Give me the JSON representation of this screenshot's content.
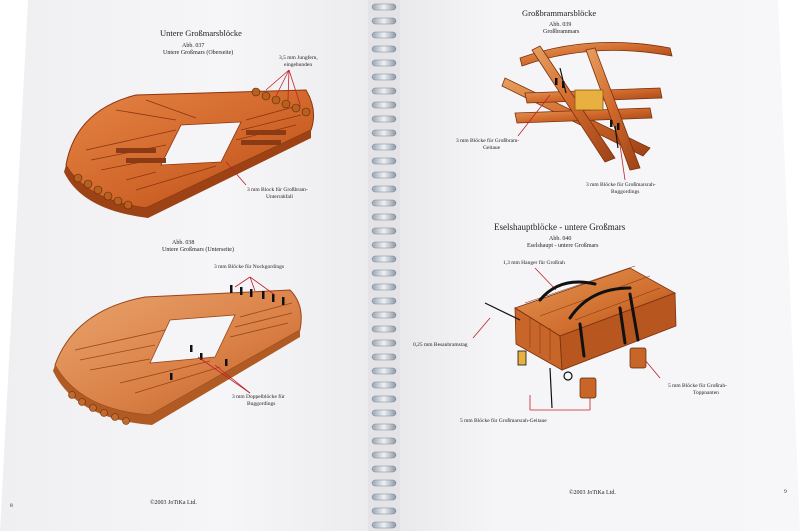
{
  "left_page": {
    "title": "Untere Großmarsblöcke",
    "fig037": {
      "caption": "Abb. 037",
      "subcaption": "Untere Großmars (Oberseite)"
    },
    "fig038": {
      "caption": "Abb. 038",
      "subcaption": "Untere Großmars (Unterseite)"
    },
    "annotations": {
      "jungfern_1": "3,5 mm Jungfern,",
      "jungfern_2": "eingebunden",
      "block_unterrahfall_1": "3 mm Block für Großbram-",
      "block_unterrahfall_2": "Unterrahfall",
      "nockgordings": "3 mm Blöcke für Nockgordings",
      "doppelbloecke_1": "3 mm Doppelblöcke für",
      "doppelbloecke_2": "Buggordings"
    },
    "copyright": "©2003 JoTiKa Ltd.",
    "corner_mark": "8"
  },
  "right_page": {
    "title1": "Großbrammarsblöcke",
    "fig039": {
      "caption": "Abb. 039",
      "subcaption": "Großbrammars"
    },
    "title2": "Eselshauptblöcke - untere Großmars",
    "fig040": {
      "caption": "Abb. 040",
      "subcaption": "Eselshaupt - untere Großmars"
    },
    "annotations": {
      "geitaue_1": "3 mm Blöcke für Großbram-",
      "geitaue_2": "Geitaue",
      "buggordings_1": "3 mm Blöcke für Großmarsrah-",
      "buggordings_2": "Buggordings",
      "hanger": "1,3 mm Hanger für Großrah",
      "besanbramstag": "0,25 mm Besanbramstag",
      "toppnanten_1": "5 mm Blöcke für Großrah-",
      "toppnanten_2": "Toppnanten",
      "marsrah_geitaue": "5 mm Blöcke für Großmarsrah-Geitaue"
    },
    "copyright": "©2003 JoTiKa Ltd.",
    "corner_mark": "9"
  },
  "colors": {
    "wood_light": "#e07a3a",
    "wood_mid": "#c85a22",
    "wood_dark": "#8a3510",
    "gold": "#e8b040",
    "arrow": "#c0202a",
    "rope": "#111111"
  }
}
